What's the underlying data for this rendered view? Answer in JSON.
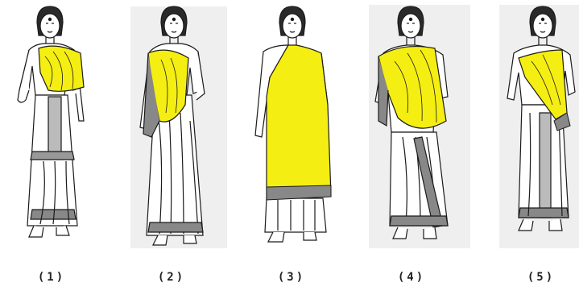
{
  "figures": [
    {
      "label": "(1)"
    },
    {
      "label": "(2)"
    },
    {
      "label": "(3)"
    },
    {
      "label": "(4)"
    },
    {
      "label": "(5)"
    }
  ],
  "colors": {
    "drape": "#f5ee12",
    "outline": "#1a1a1a",
    "paper": "#efefef",
    "hair": "#2a2a2a",
    "border": "#666666"
  }
}
